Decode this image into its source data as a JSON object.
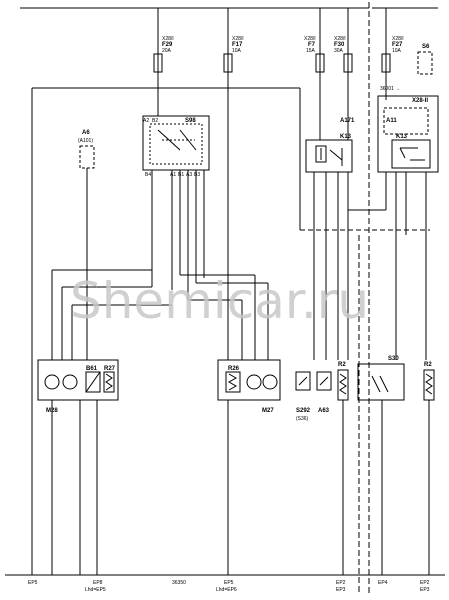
{
  "fuses": {
    "f29": {
      "bus": "X28/I",
      "name": "F29",
      "rating": "20A"
    },
    "f17": {
      "bus": "X28/I",
      "name": "F17",
      "rating": "10A"
    },
    "f7": {
      "bus": "X28/I",
      "name": "F7",
      "rating": "15A"
    },
    "f30": {
      "bus": "X28/I",
      "name": "F30",
      "rating": "30A"
    },
    "f27": {
      "bus": "X28/I",
      "name": "F27",
      "rating": "10A"
    }
  },
  "components": {
    "s6": "S6",
    "s98": "S98",
    "a6": "A6",
    "a6_sub": "(A101)",
    "a171": "A171",
    "k13": "K13",
    "k13b": "K13",
    "a11": "A11",
    "x28_ii": "X28-II",
    "ref_arrow": "36001 →",
    "m28": "M28",
    "b61": "B61",
    "r27": "R27",
    "r26": "R26",
    "m27": "M27",
    "s292": "S292",
    "s292_sub": "(S36)",
    "a63": "A63",
    "r2a": "R2",
    "s30": "S30",
    "r2b": "R2"
  },
  "pins": {
    "s98_a2": "A2",
    "s98_b2": "B2",
    "s98_b4": "B4",
    "s98_a1": "A1",
    "s98_b1": "B1",
    "s98_a3": "A3",
    "s98_b3": "B3"
  },
  "grounds": {
    "ep5a": "EP5",
    "ep8": "EP8",
    "ep8_sub": "Lhd=EP5",
    "ref": "36350",
    "ep5b": "EP5",
    "ep5b_sub": "Lhd=EP6",
    "ep2a": "EP2",
    "ep2a_sub": "EP3",
    "ep4": "EP4",
    "ep2b": "EP2",
    "ep2b_sub": "EP3"
  },
  "watermark": "Shemicar.ru"
}
